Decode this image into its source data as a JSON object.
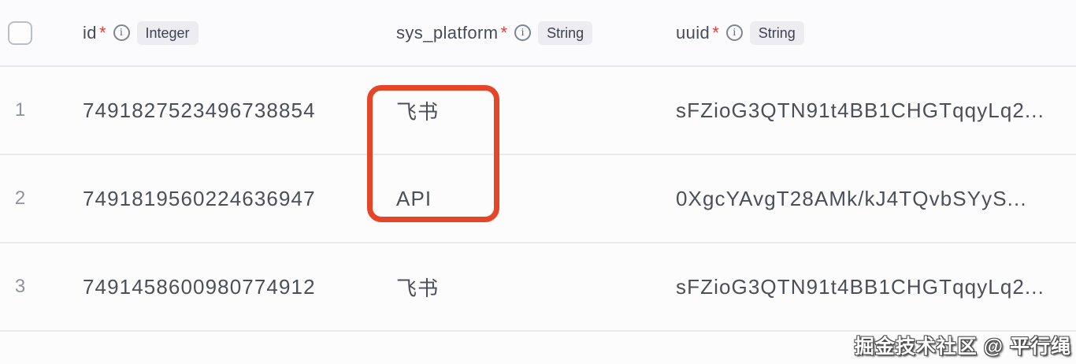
{
  "icons": {
    "info_glyph": "i"
  },
  "table": {
    "header": {
      "columns": [
        {
          "name": "id",
          "required": "*",
          "type": "Integer"
        },
        {
          "name": "sys_platform",
          "required": "*",
          "type": "String"
        },
        {
          "name": "uuid",
          "required": "*",
          "type": "String"
        }
      ]
    },
    "rows": [
      {
        "num": "1",
        "id": "7491827523496738854",
        "sys_platform": "飞书",
        "uuid": "sFZioG3QTN91t4BB1CHGTqqyLq2..."
      },
      {
        "num": "2",
        "id": "7491819560224636947",
        "sys_platform": "API",
        "uuid": "0XgcYAvgT28AMk/kJ4TQvbSYyS..."
      },
      {
        "num": "3",
        "id": "7491458600980774912",
        "sys_platform": "飞书",
        "uuid": "sFZioG3QTN91t4BB1CHGTqqyLq2..."
      }
    ]
  },
  "annotation": {
    "shape": "red-rounded-rectangle",
    "color": "#e64527"
  },
  "watermark": {
    "text": "掘金技术社区 @ 平行绳"
  }
}
